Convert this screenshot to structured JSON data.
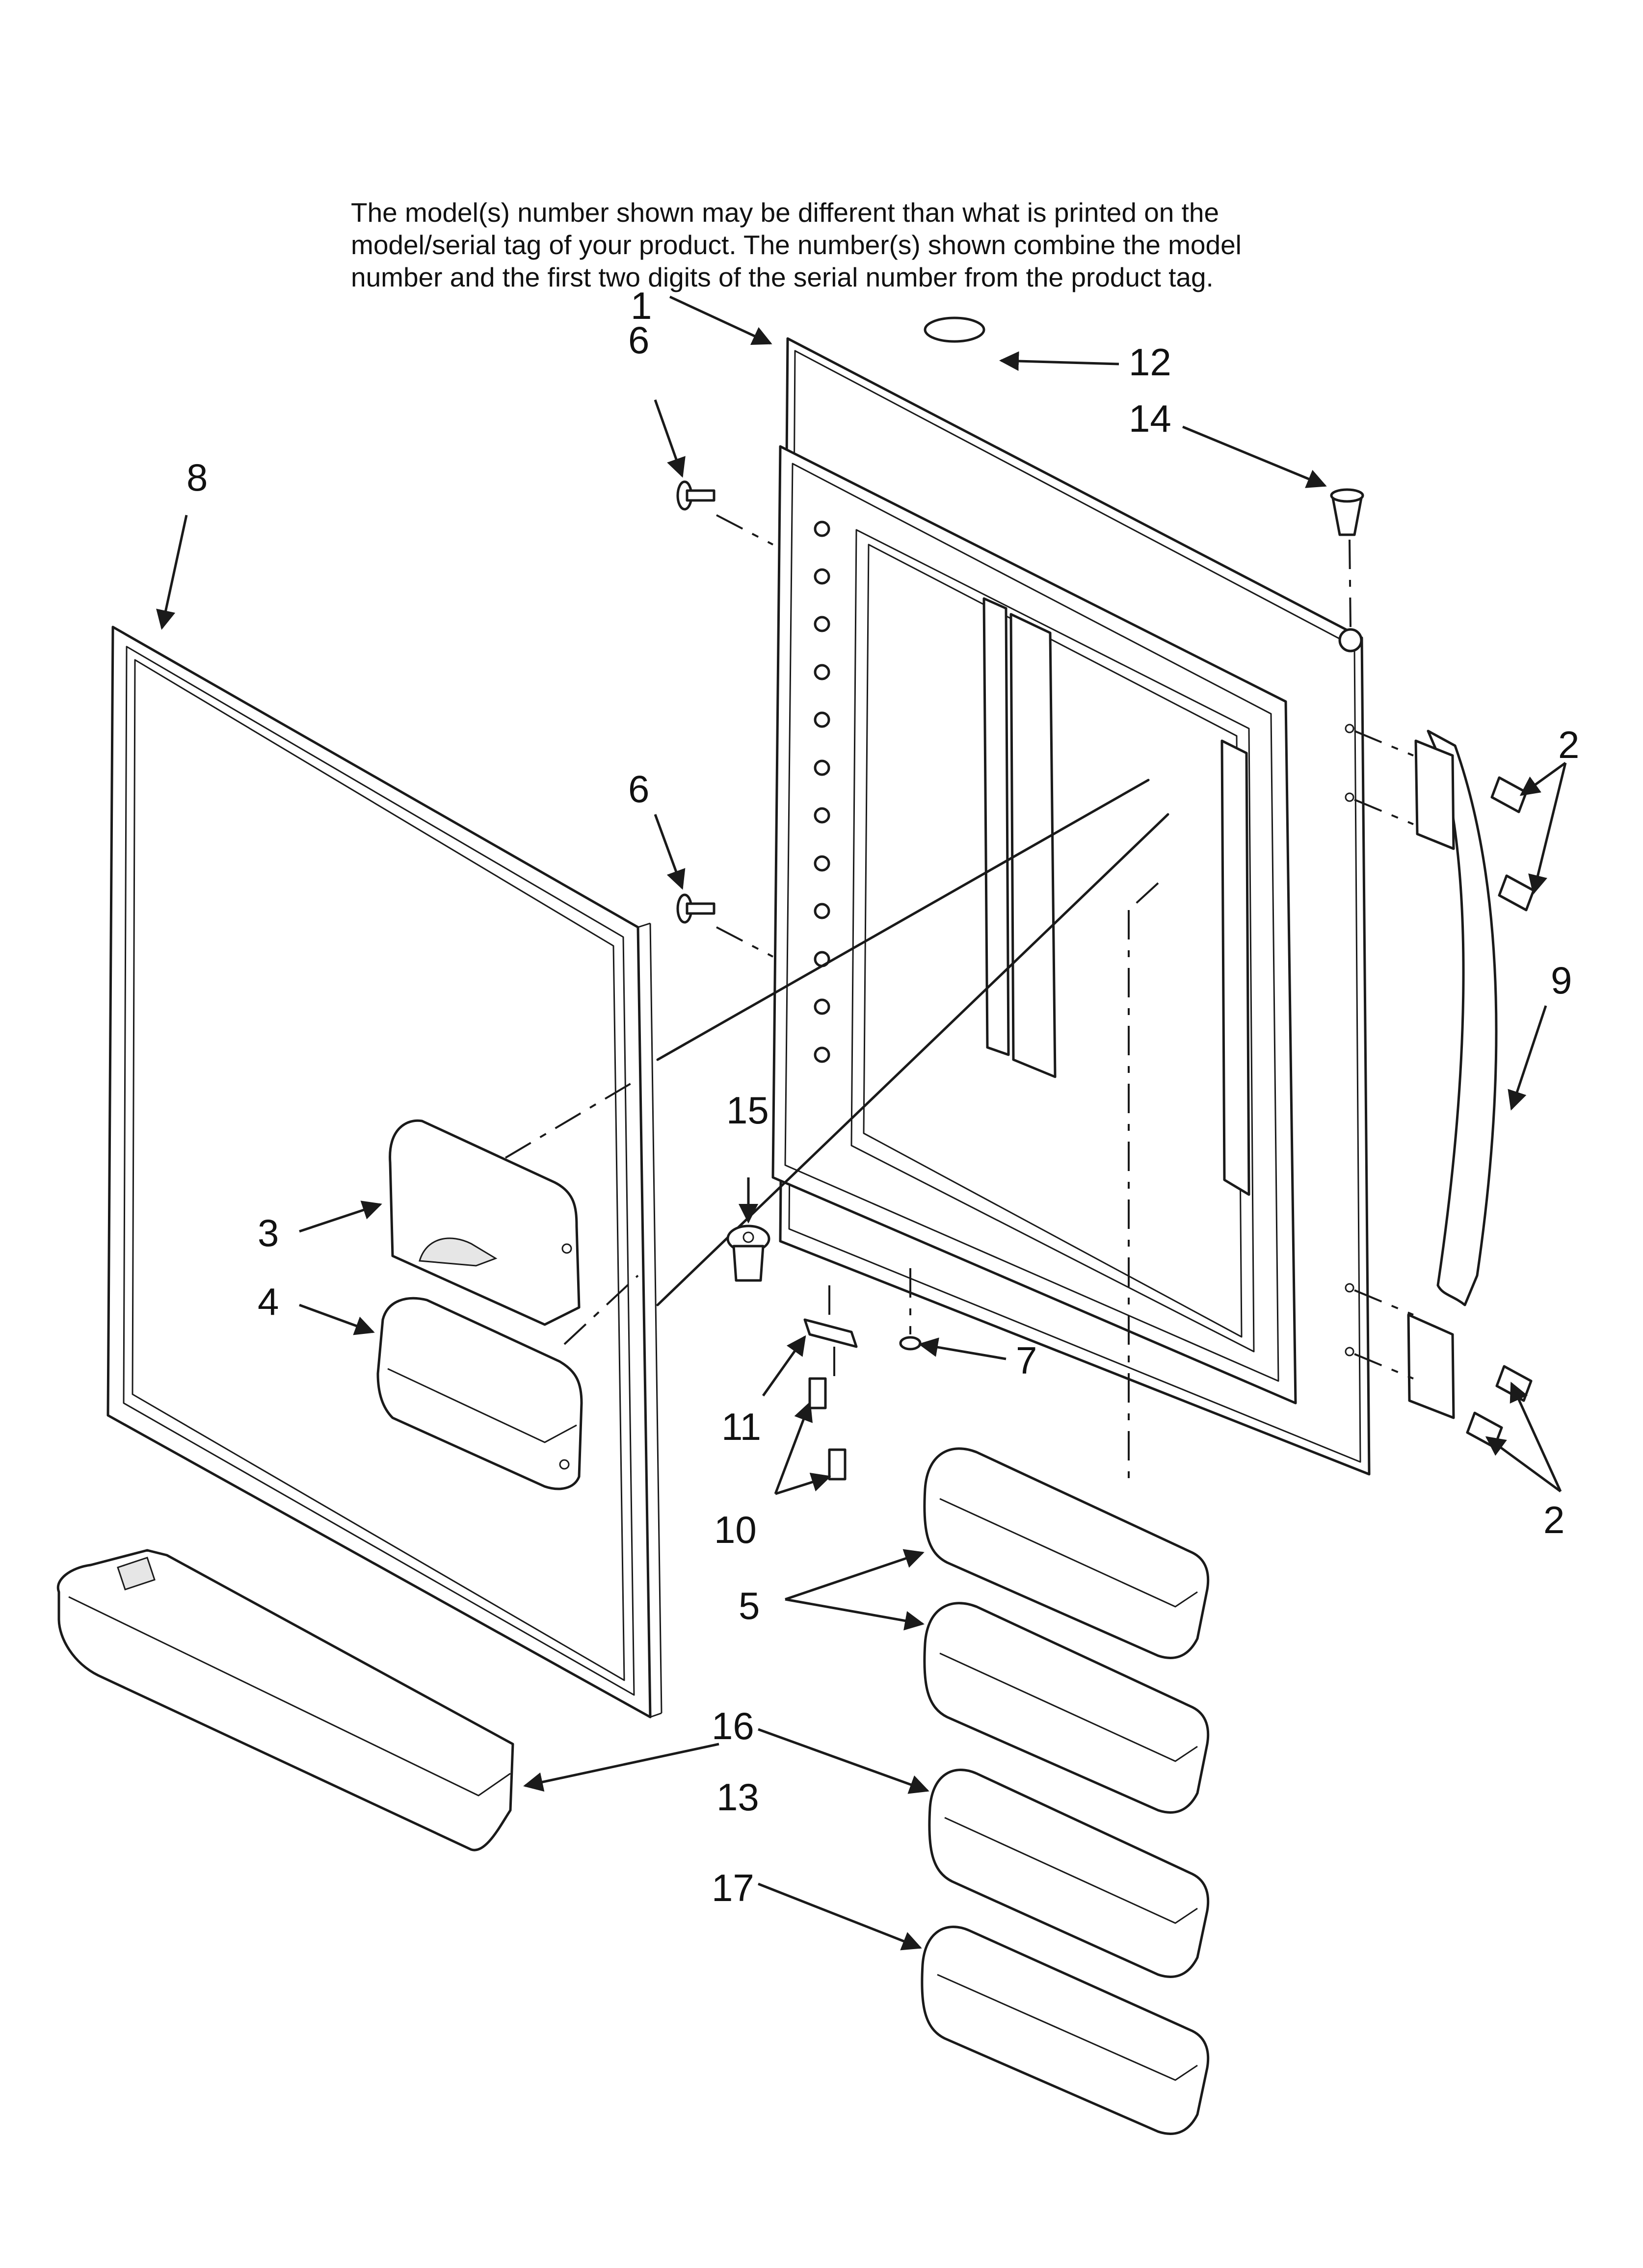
{
  "note": {
    "line1": "The model(s) number shown may be different than what is printed on the",
    "line2": "model/serial tag of your product. The number(s) shown combine the model",
    "line3": "number and the first two digits of the serial number from the product tag."
  },
  "callouts": {
    "c1": "1",
    "c2a": "2",
    "c2b": "2",
    "c3": "3",
    "c4": "4",
    "c5": "5",
    "c6a": "6",
    "c6b": "6",
    "c7": "7",
    "c8": "8",
    "c9": "9",
    "c10": "10",
    "c11": "11",
    "c12": "12",
    "c13": "13",
    "c14": "14",
    "c15": "15",
    "c16": "16",
    "c17": "17"
  }
}
